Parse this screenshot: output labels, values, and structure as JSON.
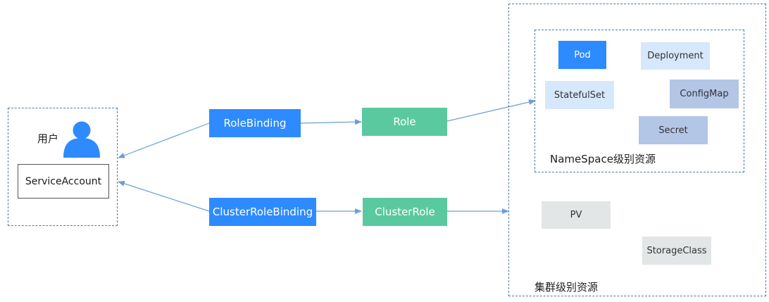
{
  "colors": {
    "primary_blue": "#2e8bff",
    "teal": "#5ac9a0",
    "light_blue": "#d6e8fb",
    "mid_blue": "#b3c6e6",
    "gray": "#e3e6e6",
    "line": "#6a9fd6",
    "dashed_border": "#4f79a8"
  },
  "user_group": {
    "user_label": "用户",
    "user_icon": "person-icon",
    "service_account": "ServiceAccount"
  },
  "bindings": {
    "role_binding": "RoleBinding",
    "role": "Role",
    "cluster_role_binding": "ClusterRoleBinding",
    "cluster_role": "ClusterRole"
  },
  "namespace_area": {
    "title": "NameSpace级别资源",
    "items": {
      "pod": "Pod",
      "deployment": "Deployment",
      "statefulset": "StatefulSet",
      "configmap": "ConfigMap",
      "secret": "Secret"
    }
  },
  "cluster_area": {
    "title": "集群级别资源",
    "items": {
      "pv": "PV",
      "storageclass": "StorageClass"
    }
  }
}
